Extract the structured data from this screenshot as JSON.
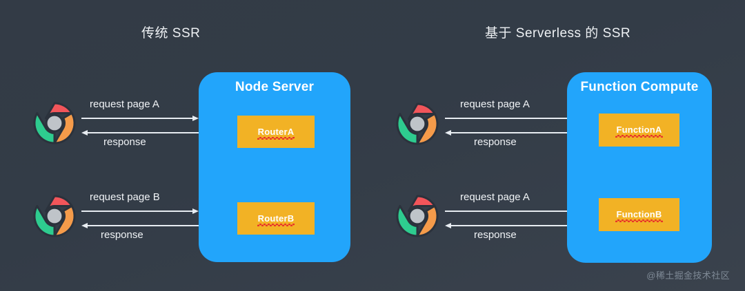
{
  "diagram": {
    "background_color": "#333c47",
    "accent_blue": "#22a5fb",
    "accent_orange": "#f2b225",
    "squiggle_color": "#e8342b",
    "arrow_color": "#e8edf2"
  },
  "sections": {
    "left": {
      "title": "传统 SSR",
      "panel": {
        "title": "Node Server",
        "services": [
          {
            "label": "RouterA"
          },
          {
            "label": "RouterB"
          }
        ]
      },
      "flows": [
        {
          "request": "request  page A",
          "response": "response"
        },
        {
          "request": "request  page B",
          "response": "response"
        }
      ]
    },
    "right": {
      "title": "基于 Serverless 的 SSR",
      "panel": {
        "title": "Function Compute",
        "services": [
          {
            "label": "FunctionA"
          },
          {
            "label": "FunctionB"
          }
        ]
      },
      "flows": [
        {
          "request": "request  page A",
          "response": "response"
        },
        {
          "request": "request  page A",
          "response": "response"
        }
      ]
    }
  },
  "clients": {
    "icon": "chrome-browser-icon",
    "count": 4
  },
  "watermark": "@稀土掘金技术社区"
}
